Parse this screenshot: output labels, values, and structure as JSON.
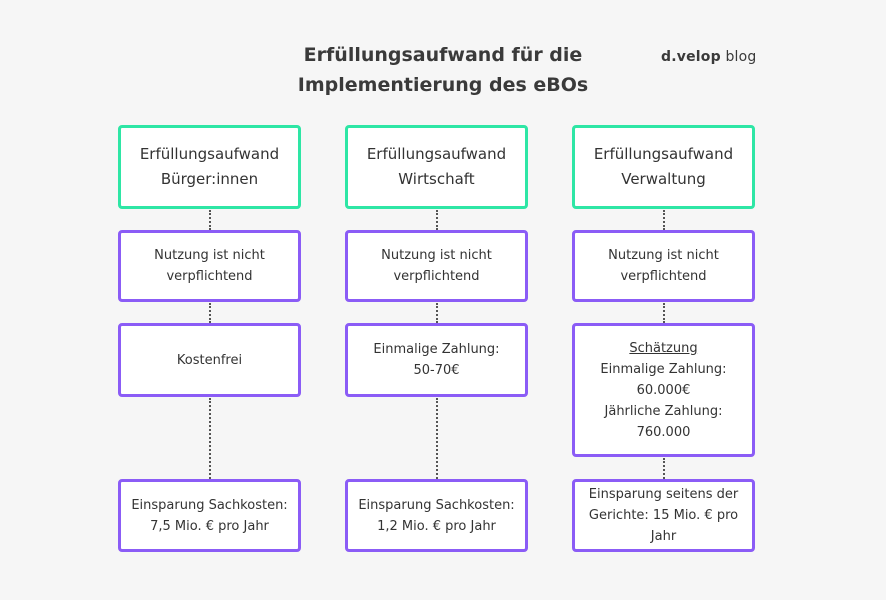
{
  "title": {
    "line1": "Erfüllungsaufwand für die",
    "line2": "Implementierung des eBOs"
  },
  "brand": {
    "part1": "d.velop",
    "part2": "blog"
  },
  "columns": [
    {
      "header": {
        "line1": "Erfüllungsaufwand",
        "line2": "Bürger:innen"
      },
      "obligation": {
        "line1": "Nutzung ist nicht",
        "line2": "verpflichtend"
      },
      "cost": {
        "line1": "Kostenfrei"
      },
      "savings": {
        "line1": "Einsparung Sachkosten:",
        "line2": "7,5 Mio. € pro Jahr"
      }
    },
    {
      "header": {
        "line1": "Erfüllungsaufwand",
        "line2": "Wirtschaft"
      },
      "obligation": {
        "line1": "Nutzung ist nicht",
        "line2": "verpflichtend"
      },
      "cost": {
        "line1": "Einmalige Zahlung:",
        "line2": "50-70€"
      },
      "savings": {
        "line1": "Einsparung Sachkosten:",
        "line2": "1,2 Mio. € pro Jahr"
      }
    },
    {
      "header": {
        "line1": "Erfüllungsaufwand",
        "line2": "Verwaltung"
      },
      "obligation": {
        "line1": "Nutzung ist nicht",
        "line2": "verpflichtend"
      },
      "cost": {
        "heading": "Schätzung",
        "line1": "Einmalige Zahlung:",
        "line2": "60.000€",
        "line3": "Jährliche Zahlung:",
        "line4": "760.000"
      },
      "savings": {
        "line1": "Einsparung seitens der",
        "line2": "Gerichte: 15 Mio. € pro",
        "line3": "Jahr"
      }
    }
  ]
}
